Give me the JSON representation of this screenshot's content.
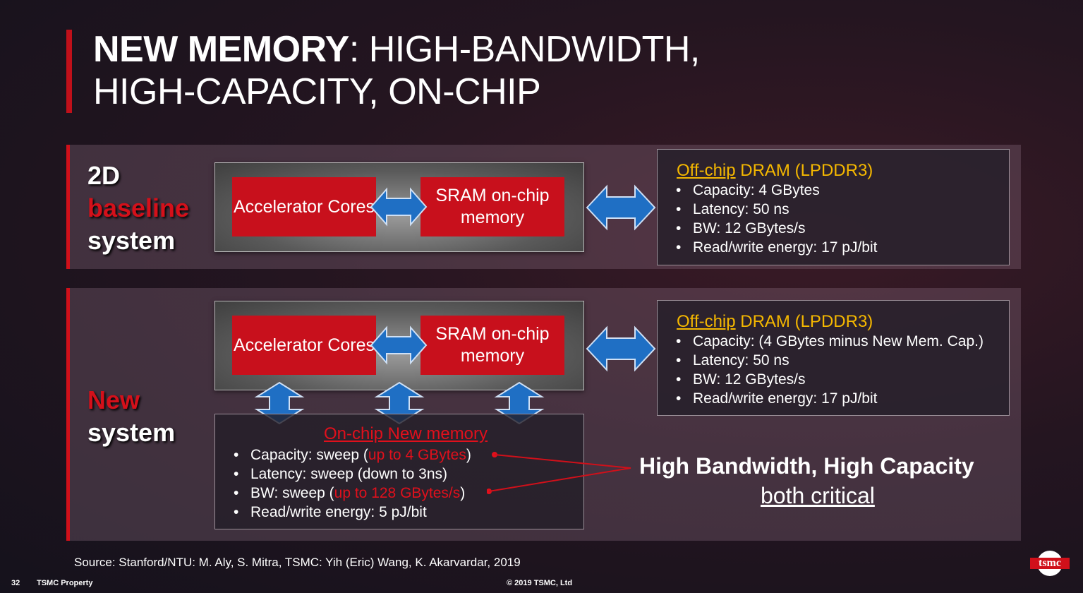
{
  "title": {
    "bold": "NEW MEMORY",
    "rest_line1": ": HIGH-BANDWIDTH,",
    "line2": "HIGH-CAPACITY, ON-CHIP"
  },
  "baseline": {
    "label_line1": "2D",
    "label_line2": "baseline",
    "label_line3": "system",
    "accel": "Accelerator Cores",
    "sram": "SRAM on-chip memory",
    "dram": {
      "head_underlined": "Off-chip",
      "head_rest": " DRAM (LPDDR3)",
      "items": [
        "Capacity: 4 GBytes",
        "Latency: 50 ns",
        "BW: 12 GBytes/s",
        "Read/write energy: 17 pJ/bit"
      ]
    }
  },
  "newsys": {
    "label_line1": "New",
    "label_line2": "system",
    "accel": "Accelerator Cores",
    "sram": "SRAM on-chip memory",
    "dram": {
      "head_underlined": "Off-chip",
      "head_rest": " DRAM (LPDDR3)",
      "items": [
        "Capacity: (4 GBytes minus New Mem. Cap.)",
        "Latency: 50 ns",
        "BW: 12 GBytes/s",
        "Read/write energy: 17 pJ/bit"
      ]
    },
    "onchip": {
      "head": "On-chip New memory",
      "cap_pre": "Capacity: sweep (",
      "cap_red": "up to 4 GBytes",
      "cap_post": ")",
      "latency": "Latency: sweep (down to 3ns)",
      "bw_pre": "BW: sweep (",
      "bw_red": "up to 128 GBytes/s",
      "bw_post": ")",
      "energy": "Read/write energy: 5 pJ/bit"
    }
  },
  "callout": {
    "line1": "High Bandwidth, High Capacity",
    "line2": "both critical"
  },
  "footer": {
    "source": "Source: Stanford/NTU: M. Aly, S. Mitra, TSMC: Yih (Eric) Wang, K. Akarvardar, 2019",
    "page": "32",
    "property": "TSMC Property",
    "copyright": "© 2019 TSMC, Ltd",
    "logo": "tsmc"
  },
  "colors": {
    "accent_red": "#c8101c",
    "highlight_yellow": "#f5b800",
    "arrow_blue": "#1f6fc4"
  }
}
